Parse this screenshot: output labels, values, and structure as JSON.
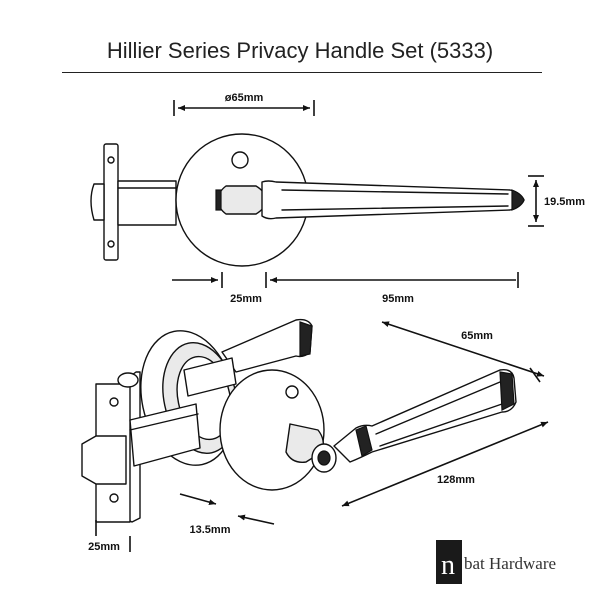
{
  "title": "Hillier Series Privacy Handle Set (5333)",
  "dimensions": {
    "rose_diameter": "ø65mm",
    "lever_height": "19.5mm",
    "backset_top": "25mm",
    "lever_length": "95mm",
    "lever_depth": "65mm",
    "overall_length": "128mm",
    "rose_thickness": "13.5mm",
    "backset_bottom": "25mm"
  },
  "brand": {
    "logo_letter": "n",
    "name": "bat Hardware"
  },
  "colors": {
    "line": "#111111",
    "background": "#ffffff",
    "logo": "#1a1a1a"
  }
}
